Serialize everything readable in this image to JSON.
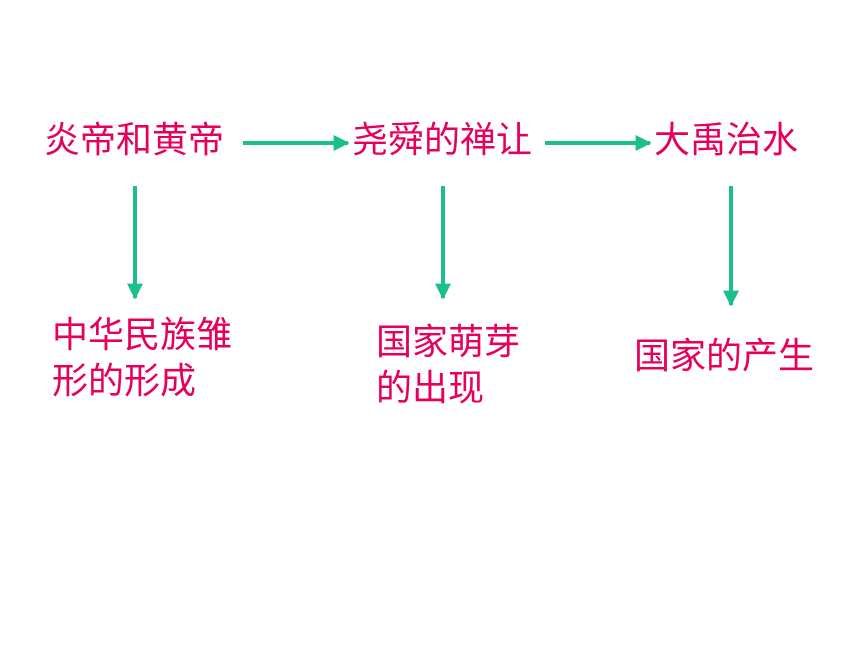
{
  "colors": {
    "text": "#e6005c",
    "arrow": "#1bbf8e"
  },
  "stages": [
    {
      "title": "炎帝和黄帝",
      "result_lines": [
        "中华民族雏",
        "形的形成"
      ]
    },
    {
      "title": "尧舜的禅让",
      "result_lines": [
        "国家萌芽",
        "的出现"
      ]
    },
    {
      "title": "大禹治水",
      "result_lines": [
        "国家的产生"
      ]
    }
  ]
}
